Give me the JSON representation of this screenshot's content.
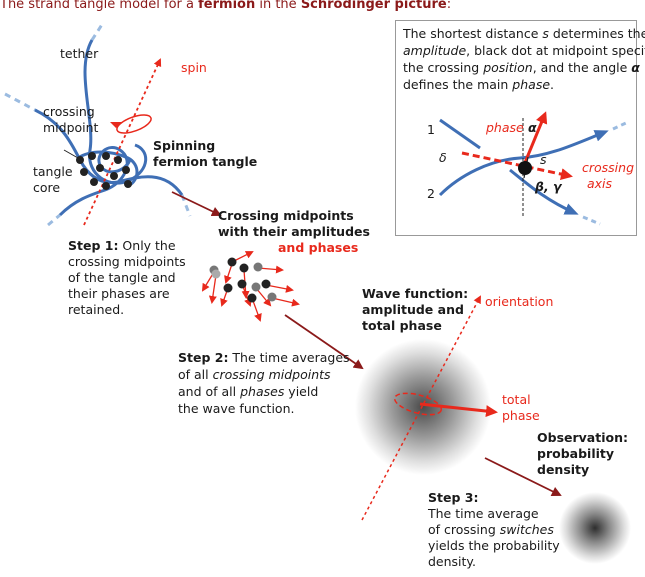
{
  "title": {
    "prefix": "The strand tangle model for a ",
    "fermion": "fermion",
    "mid": " in the ",
    "picture": "Schrödinger picture",
    "suffix": ":"
  },
  "tangle_labels": {
    "tether": "tether",
    "spin": "spin",
    "crossing": "crossing",
    "midpoint": "midpoint",
    "spinning_line1": "Spinning",
    "spinning_line2": "fermion tangle",
    "tangle": "tangle",
    "core": "core"
  },
  "inset": {
    "text_line1": "The shortest distance ",
    "text_s": "s",
    "text_line1b": " determines the",
    "text_line2_italic": "amplitude",
    "text_line2": ", black dot at midpoint specifies",
    "text_line3": "the crossing ",
    "text_line3_italic": "position",
    "text_line3b": ", and the angle ",
    "text_alpha": "α",
    "text_line4": "defines the main ",
    "text_line4_italic": "phase",
    "text_line4b": ".",
    "label_1": "1",
    "label_2": "2",
    "label_phase": "phase",
    "label_alpha": "α",
    "label_s": "s",
    "label_delta": "δ",
    "label_beta_gamma": "β, γ",
    "label_crossing": "crossing",
    "label_axis": "axis"
  },
  "midpoints_caption": {
    "line1": "Crossing midpoints",
    "line2": "with their amplitudes",
    "line3": "and phases"
  },
  "step1": {
    "bold": "Step 1:",
    "line1": " Only the",
    "line2": "crossing midpoints",
    "line3": "of the tangle and",
    "line4": "their phases are",
    "line5": "retained."
  },
  "wave": {
    "line1": "Wave function:",
    "line2": "amplitude and",
    "line3": "total phase",
    "orientation": "orientation",
    "total": "total",
    "phase": "phase"
  },
  "step2": {
    "bold": "Step 2:",
    "line1": " The time averages",
    "line2a": "of all ",
    "line2_italic": "crossing midpoints",
    "line3a": "and of all ",
    "line3_italic": "phases",
    "line3b": " yield",
    "line4": "the wave function."
  },
  "observation": {
    "line1": "Observation:",
    "line2": "probability",
    "line3": "density"
  },
  "step3": {
    "bold": "Step 3:",
    "line1": "The time average",
    "line2a": "of crossing ",
    "line2_italic": "switches",
    "line3": "yields the probability",
    "line4": "density."
  },
  "colors": {
    "strand_blue": "#3f6fb5",
    "strand_light": "#9bbbe0",
    "red": "#e8291c",
    "dark_red": "#8b1a1a"
  }
}
